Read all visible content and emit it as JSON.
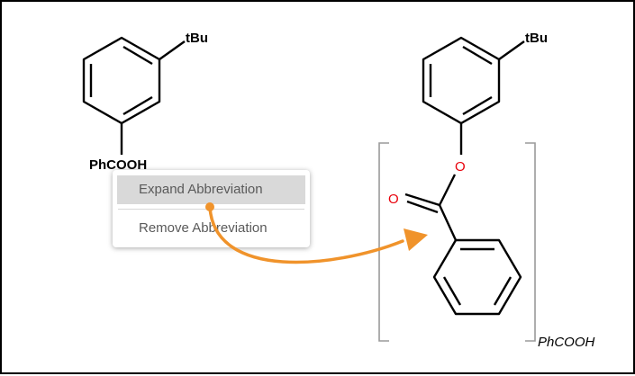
{
  "left_molecule": {
    "substituent_label": "tBu",
    "abbreviation_label": "PhCOOH"
  },
  "right_molecule": {
    "substituent_label": "tBu",
    "ester_oxygen_label": "O",
    "carbonyl_oxygen_label": "O",
    "sgroup_label": "PhCOOH"
  },
  "context_menu": {
    "items": [
      {
        "label": "Expand Abbreviation",
        "state": "hover"
      },
      {
        "label": "Remove Abbreviation",
        "state": "normal"
      }
    ]
  },
  "colors": {
    "arrow": "#f0932b",
    "heteroatom": "#e8000b",
    "bracket": "#9a9a9a",
    "menu_hover": "#d9d9d9"
  }
}
